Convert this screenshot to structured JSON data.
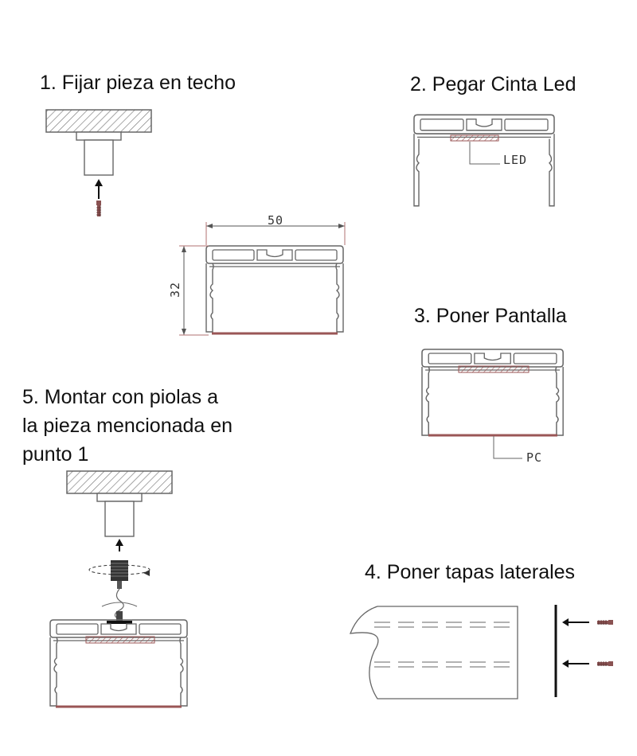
{
  "steps": {
    "step1": "1. Fijar pieza en techo",
    "step2": "2. Pegar Cinta Led",
    "step3": "3. Poner Pantalla",
    "step4": "4. Poner tapas laterales",
    "step5_line1": "5. Montar con piolas a",
    "step5_line2": "la pieza mencionada en",
    "step5_line3": "punto 1"
  },
  "labels": {
    "led": "LED",
    "pc": "PC",
    "width": "50",
    "height": "32"
  },
  "colors": {
    "line": "#555555",
    "accent": "#9a5656",
    "hatch": "#777777"
  }
}
